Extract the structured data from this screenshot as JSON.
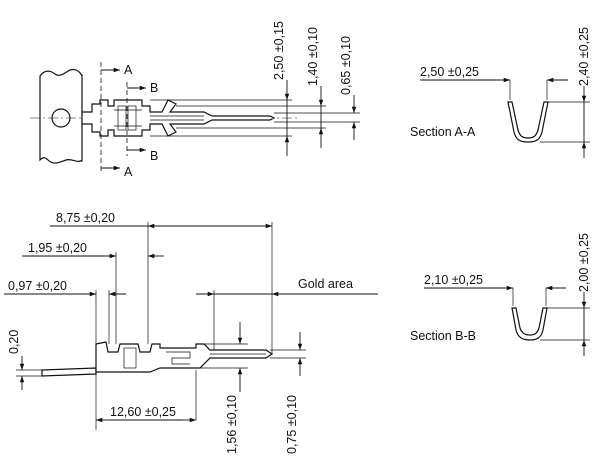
{
  "top_view": {
    "dim_v1": "2,50 ±0,15",
    "dim_v2": "1,40 ±0,10",
    "dim_v3": "0,65 ±0,10",
    "cut_a_top": "A",
    "cut_a_bottom": "A",
    "cut_b_top": "B",
    "cut_b_bottom": "B"
  },
  "section_aa": {
    "width": "2,50 ±0,25",
    "height": "2,40 ±0,25",
    "label": "Section A-A"
  },
  "section_bb": {
    "width": "2,10 ±0,25",
    "height": "2,00 ±0,25",
    "label": "Section B-B"
  },
  "side_view": {
    "dim_875": "8,75 ±0,20",
    "dim_195": "1,95 ±0,20",
    "dim_097": "0,97 ±0,20",
    "gold_area": "Gold area",
    "dim_020": "0,20",
    "dim_1260": "12,60 ±0,25",
    "dim_156": "1,56 ±0,10",
    "dim_075": "0,75 ±0,10"
  }
}
